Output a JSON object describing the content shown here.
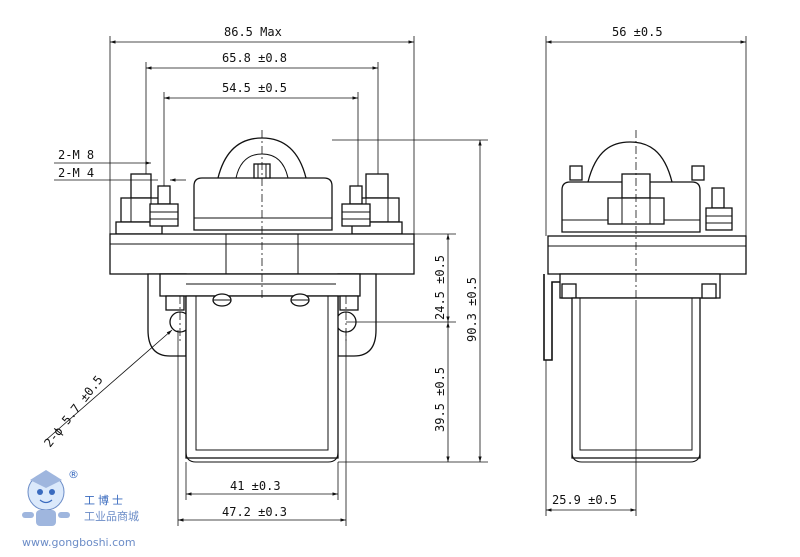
{
  "dimensions": {
    "top_width_max": "86.5 Max",
    "mount_hole_spacing": "65.8 ±0.8",
    "terminal_spacing": "54.5 ±0.5",
    "thread_m8": "2-M 8",
    "thread_m4": "2-M 4",
    "upper_height": "24.5 ±0.5",
    "coil_height": "39.5 ±0.5",
    "total_height": "90.3 ±0.5",
    "hole_dia": "2-ϕ 5.7 ±0.5",
    "coil_width": "41 ±0.3",
    "flange_width": "47.2 ±0.3",
    "side_width": "56 ±0.5",
    "side_offset": "25.9 ±0.5"
  },
  "watermark": {
    "site": "www.gongboshi.com",
    "brand_cn": "工博士",
    "tagline_cn": "工业品商城",
    "registered": "®"
  }
}
